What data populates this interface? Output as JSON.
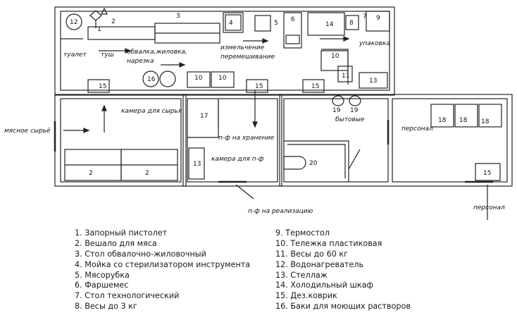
{
  "rooms": {
    "toilet": "туалет",
    "carcass": "туш",
    "deboning": "обвалка,жиловка,",
    "cutting": "нарезка",
    "mincing": "измельчение",
    "mixing": "перемешивание",
    "packing": "упаковка",
    "raw_chamber": "камера для сырья",
    "semi_chamber": "камера для п-ф",
    "household": "бытовые"
  },
  "flows": {
    "raw_meat": "мясное сырьё",
    "to_storage": "п-ф на хранение",
    "to_sale": "п-ф на реализацию",
    "staff_in": "персонал",
    "staff_room": "персонал"
  },
  "equipment_numbers": {
    "n1": "1",
    "n2": "2",
    "n3": "3",
    "n4": "4",
    "n5": "5",
    "n6": "6",
    "n7": "7",
    "n8": "8",
    "n9": "9",
    "n10a": "10",
    "n10b": "10",
    "n10c": "10",
    "n11": "11",
    "n12": "12",
    "n13a": "13",
    "n13b": "13",
    "n14": "14",
    "n15a": "15",
    "n15b": "15",
    "n15c": "15",
    "n15d": "15",
    "n16": "16",
    "n17": "17",
    "n18a": "18",
    "n18b": "18",
    "n18c": "18",
    "n19a": "19",
    "n19b": "19",
    "n20": "20",
    "n2b": "2",
    "n2c": "2"
  },
  "legend_left": [
    "1. Запорный пистолет",
    "2. Вешало для мяса",
    "3. Стол обвалочно-жиловочный",
    "4. Мойка со стерилизатором инструмента",
    "5. Мясорубка",
    "6. Фаршемес",
    "7. Стол технологический",
    "8. Весы до 3 кг"
  ],
  "legend_right": [
    "9. Термостол",
    "10. Тележка пластиковая",
    "11. Весы до 60 кг",
    "12. Водонагреватель",
    "13. Стеллаж",
    "14. Холодильный шкаф",
    "15. Дез.коврик",
    "16. Баки для моющих растворов"
  ]
}
